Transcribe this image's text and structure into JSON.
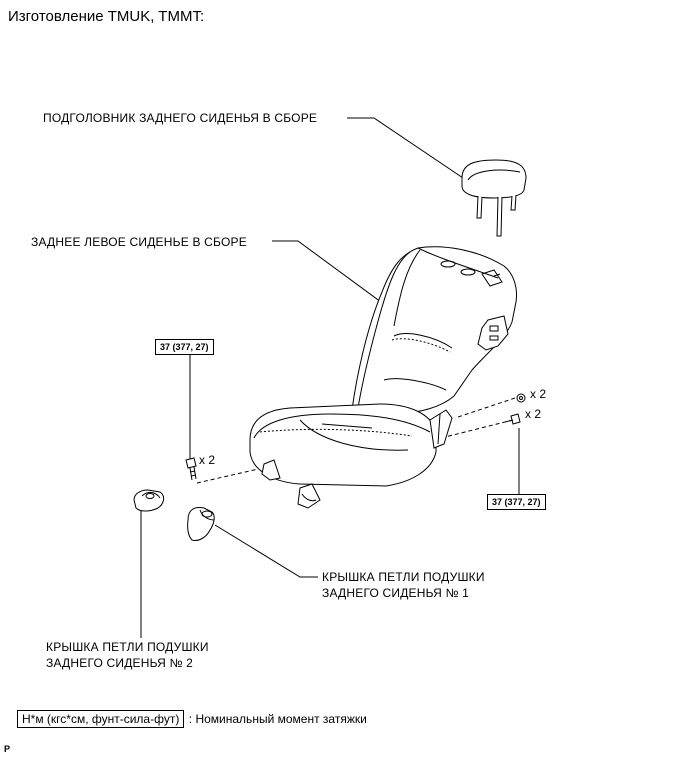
{
  "header": {
    "title": "Изготовление TMUK, TMMT:"
  },
  "callouts": {
    "headrest": "ПОДГОЛОВНИК ЗАДНЕГО СИДЕНЬЯ В СБОРЕ",
    "seat": "ЗАДНЕЕ ЛЕВОЕ СИДЕНЬЕ В СБОРЕ",
    "hinge_cover_1_line1": "КРЫШКА ПЕТЛИ ПОДУШКИ",
    "hinge_cover_1_line2": "ЗАДНЕГО СИДЕНЬЯ № 1",
    "hinge_cover_2_line1": "КРЫШКА ПЕТЛИ ПОДУШКИ",
    "hinge_cover_2_line2": "ЗАДНЕГО СИДЕНЬЯ № 2"
  },
  "torque_specs": {
    "left_bolts": "37 (377, 27)",
    "right_bolts": "37 (377, 27)"
  },
  "quantities": {
    "left_bolts": "x 2",
    "right_upper_bolts": "x 2",
    "right_lower_bolts": "x 2"
  },
  "legend": {
    "box_text": "Н*м (кгс*см, фунт-сила-фут)",
    "description": ": Номинальный момент затяжки"
  },
  "footer": {
    "page_mark": "P"
  },
  "icons": [
    "headrest-icon",
    "seat-icon",
    "bolt-icon",
    "hinge-cover-icon"
  ]
}
